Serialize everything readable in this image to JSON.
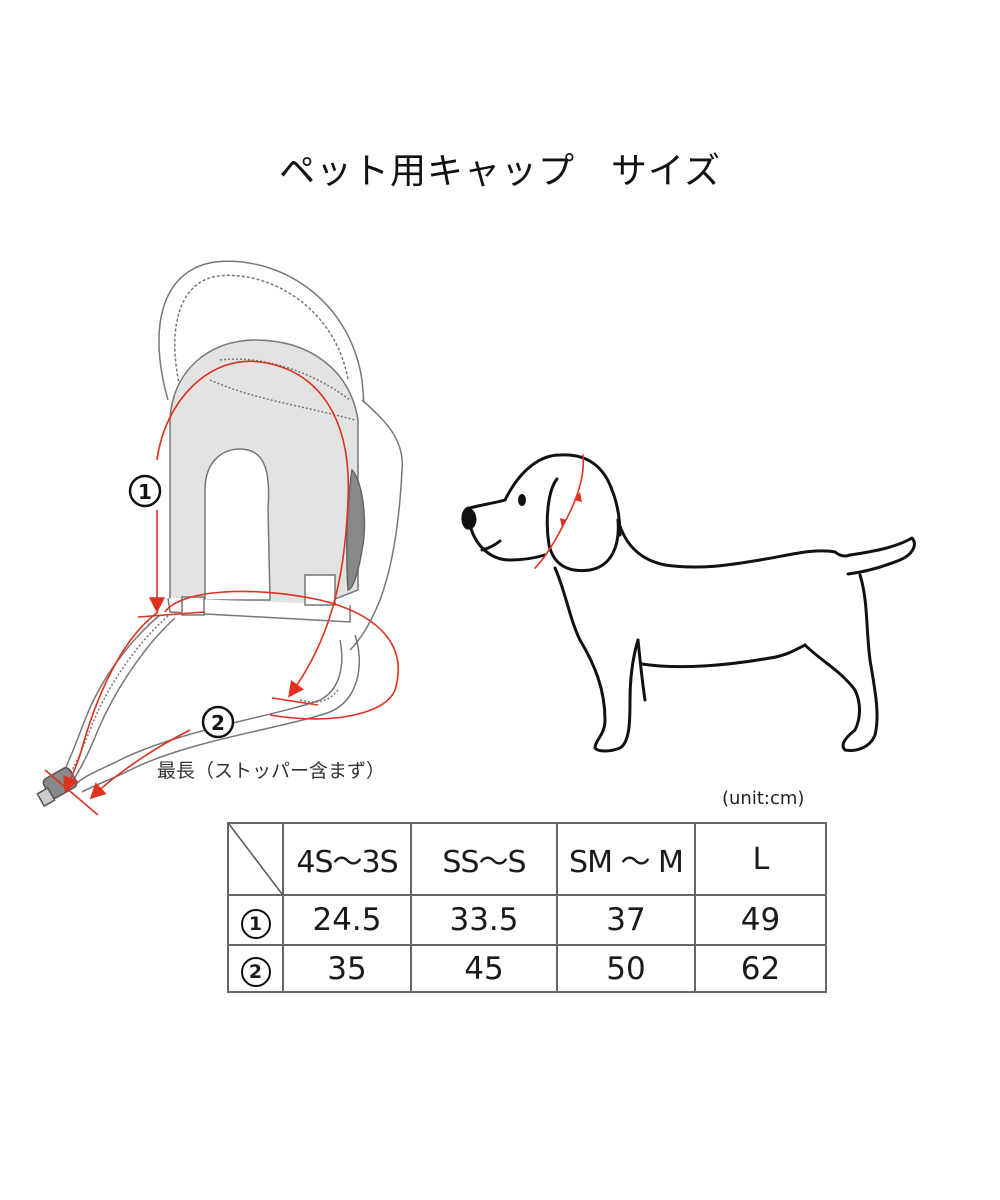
{
  "title": {
    "main": "ペット用キャップ",
    "sub": "サイズ"
  },
  "diagram": {
    "markers": [
      "①",
      "②"
    ],
    "note": "最長（ストッパー含まず）",
    "accent_color": "#e0301e",
    "shade_color": "#e3e3e3"
  },
  "table": {
    "unit": "(unit:cm)",
    "columns": [
      "4S〜3S",
      "SS〜S",
      "SM 〜 M",
      "L"
    ],
    "rows": [
      {
        "label": "①",
        "values": [
          "24.5",
          "33.5",
          "37",
          "49"
        ]
      },
      {
        "label": "②",
        "values": [
          "35",
          "45",
          "50",
          "62"
        ]
      }
    ]
  }
}
